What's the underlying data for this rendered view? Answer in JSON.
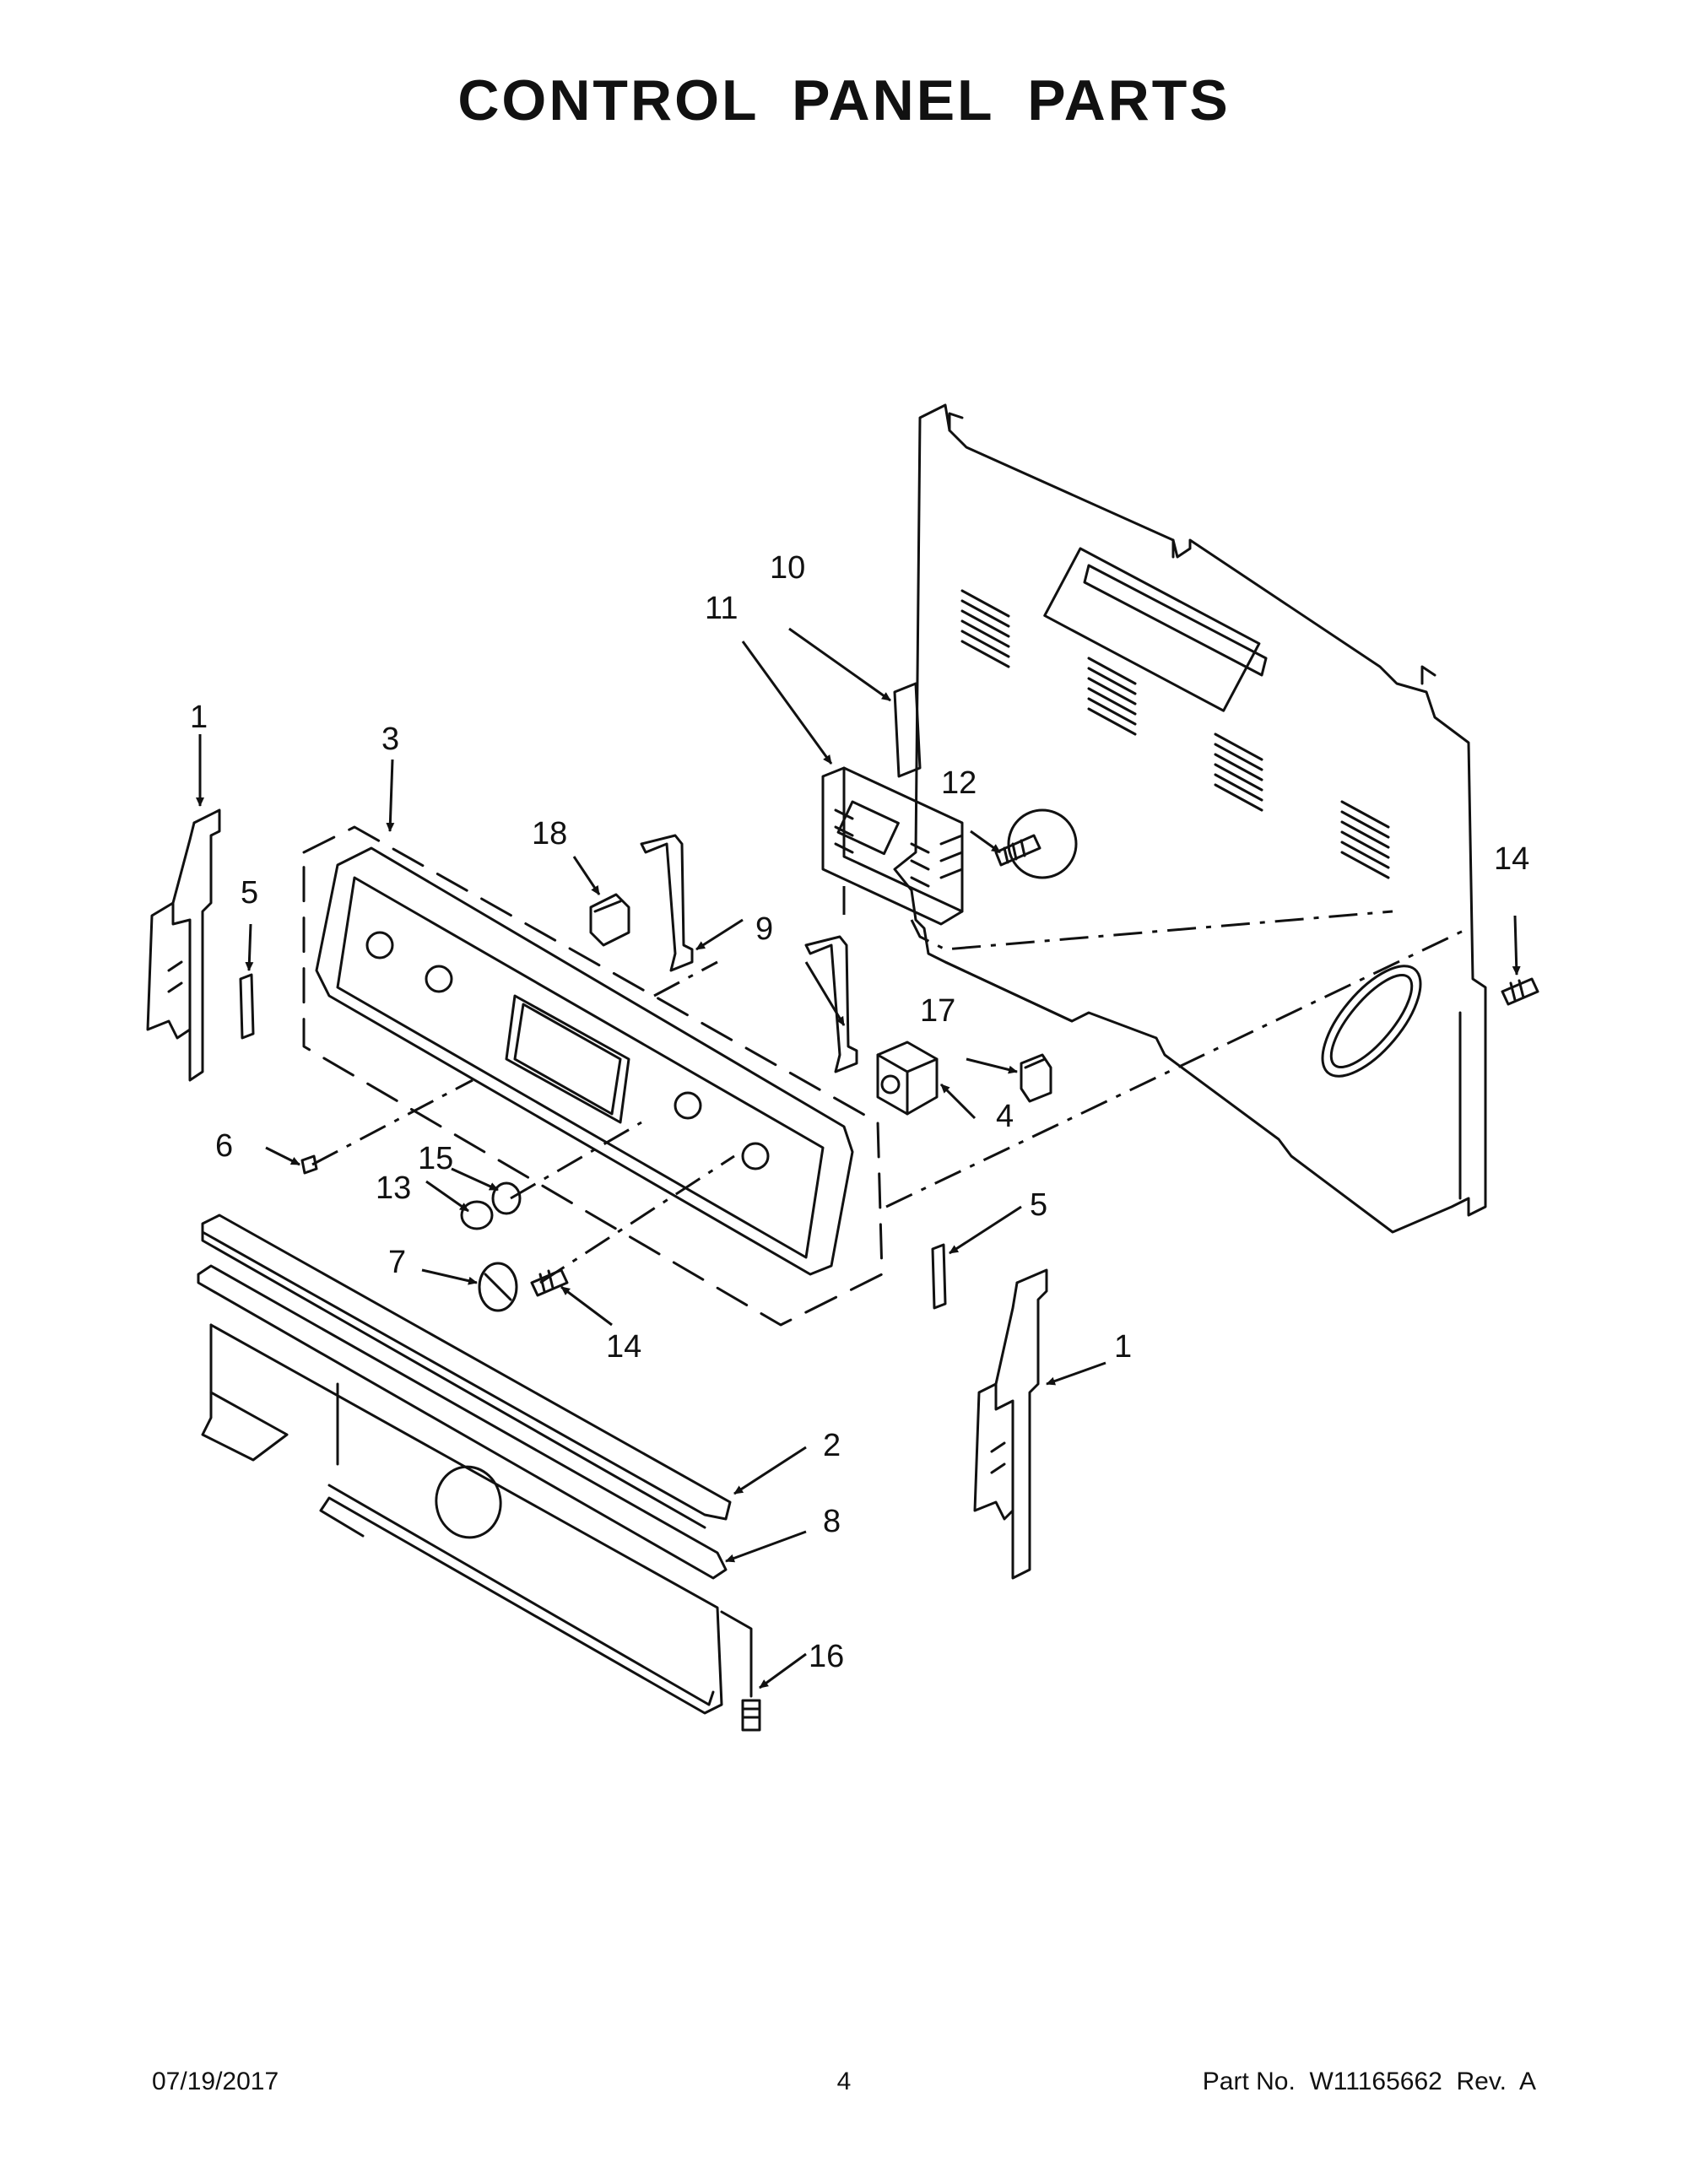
{
  "title": "CONTROL PANEL PARTS",
  "callouts": {
    "c1a": "1",
    "c1b": "1",
    "c2": "2",
    "c3": "3",
    "c4": "4",
    "c5a": "5",
    "c5b": "5",
    "c6": "6",
    "c7": "7",
    "c8": "8",
    "c9": "9",
    "c10": "10",
    "c11": "11",
    "c12": "12",
    "c13": "13",
    "c14a": "14",
    "c14b": "14",
    "c15": "15",
    "c16": "16",
    "c17": "17",
    "c18": "18"
  },
  "footer": {
    "date": "07/19/2017",
    "page": "4",
    "part_label": "Part No.",
    "part_number": "W11165662",
    "rev_label": "Rev.",
    "rev": "A"
  }
}
